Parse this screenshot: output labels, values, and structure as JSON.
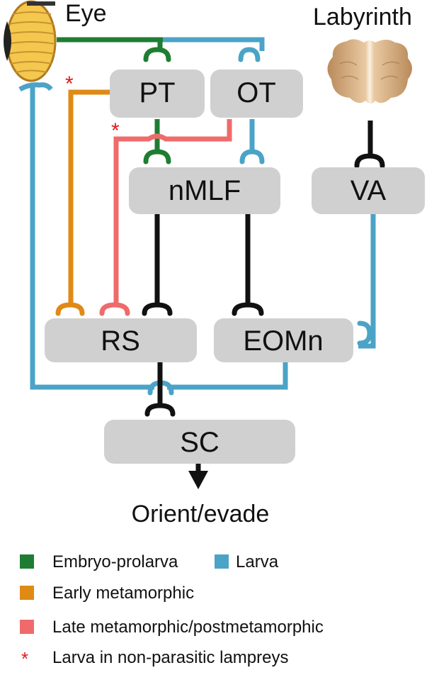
{
  "labels": {
    "eye": "Eye",
    "labyrinth": "Labyrinth",
    "output": "Orient/evade"
  },
  "nodes": {
    "pt": "PT",
    "ot": "OT",
    "nmlf": "nMLF",
    "va": "VA",
    "rs": "RS",
    "eomn": "EOMn",
    "sc": "SC"
  },
  "legend": [
    {
      "label": "Embryo-prolarva",
      "color": "#1e7d32",
      "marker": "square"
    },
    {
      "label": "Larva",
      "color": "#4ba3c7",
      "marker": "square"
    },
    {
      "label": "Early metamorphic",
      "color": "#e08a16",
      "marker": "square"
    },
    {
      "label": "Late metamorphic/postmetamorphic",
      "color": "#ef6b6b",
      "marker": "square"
    },
    {
      "label": "Larva in non-parasitic lampreys",
      "color": "#e01b1b",
      "marker": "asterisk"
    }
  ],
  "asterisk": "*",
  "colors": {
    "box": "#d0d0d0",
    "black": "#111111",
    "green": "#1e7d32",
    "blue": "#4ba3c7",
    "orange": "#e08a16",
    "pink": "#ef6b6b",
    "red": "#e01b1b"
  }
}
